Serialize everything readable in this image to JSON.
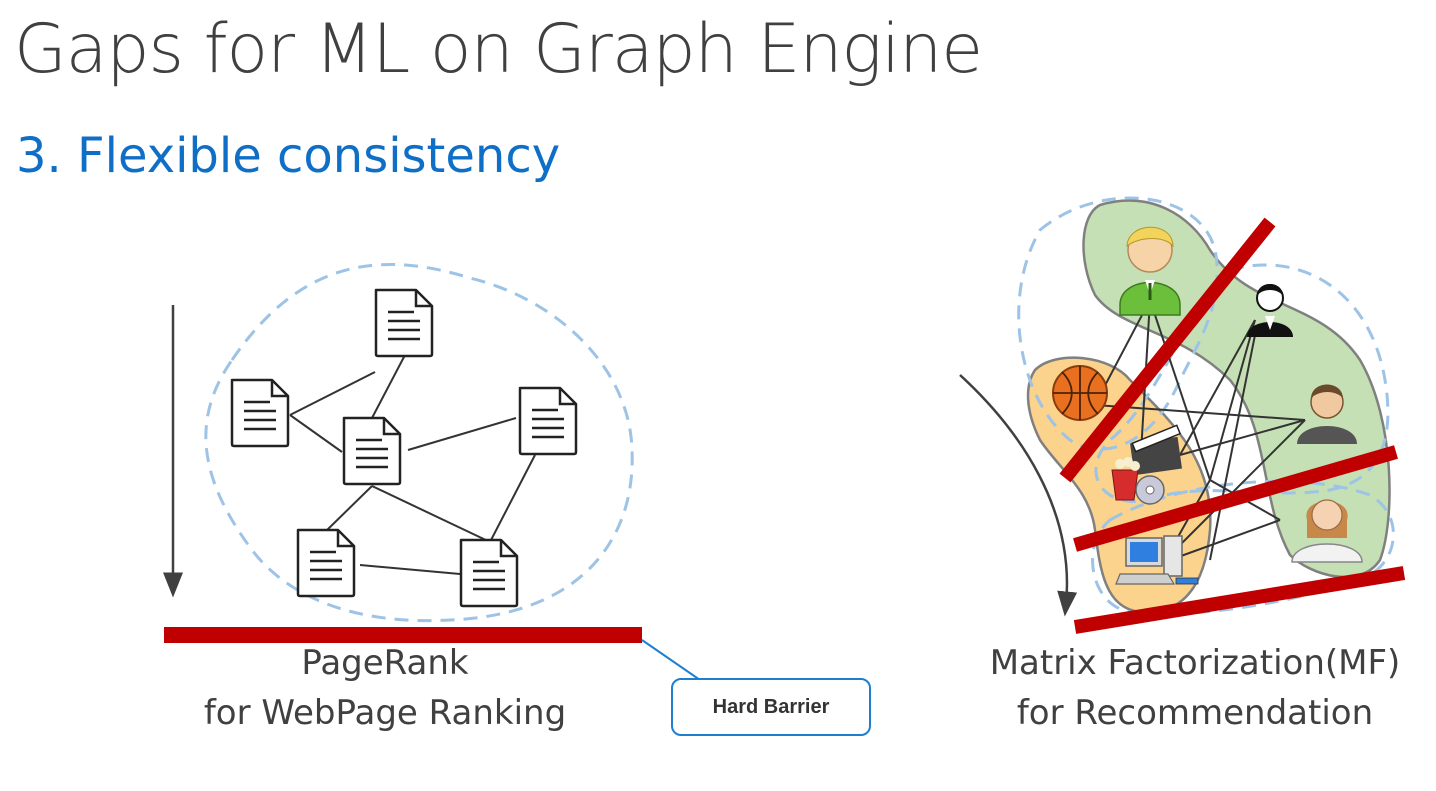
{
  "title": "Gaps for ML on Graph Engine",
  "subtitle": "3. Flexible consistency",
  "left_diagram": {
    "caption_line1": "PageRank",
    "caption_line2": "for WebPage Ranking",
    "callout": "Hard Barrier",
    "node_icon": "document-icon",
    "barrier_color": "#c00000"
  },
  "right_diagram": {
    "caption_line1": "Matrix Factorization(MF)",
    "caption_line2": "for Recommendation",
    "user_icons": [
      "person-icon",
      "person-icon",
      "person-icon",
      "person-icon"
    ],
    "item_icons": [
      "basketball-icon",
      "movie-icon",
      "computer-icon"
    ],
    "barrier_color": "#c00000"
  },
  "colors": {
    "accent": "#0f6fc6",
    "barrier": "#c00000",
    "cluster_outline": "#9dc3e6",
    "user_group": "#c5e0b4",
    "item_group": "#fbd38c"
  }
}
